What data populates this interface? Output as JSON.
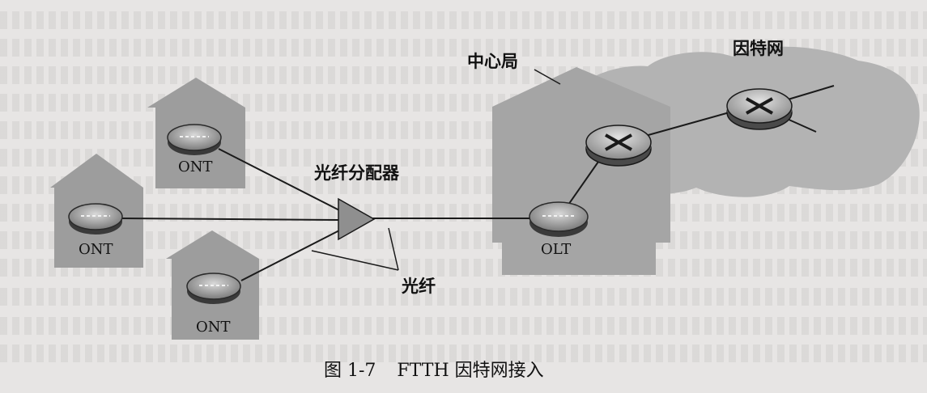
{
  "labels": {
    "central_office": "中心局",
    "internet": "因特网",
    "splitter": "光纤分配器",
    "fiber": "光纤",
    "olt": "OLT",
    "ont_top": "ONT",
    "ont_left": "ONT",
    "ont_bottom": "ONT"
  },
  "caption": {
    "number": "图 1-7",
    "title": "FTTH 因特网接入"
  },
  "icons": [
    "router-icon",
    "router-icon",
    "ont-device-icon",
    "olt-device-icon",
    "optical-splitter-icon"
  ],
  "colors": {
    "house_fill": "#9f9f9f",
    "central_office_fill": "#a4a4a4",
    "cloud_fill": "#b5b5b5",
    "line": "#1a1a1a",
    "page": "#e7e5e4"
  }
}
